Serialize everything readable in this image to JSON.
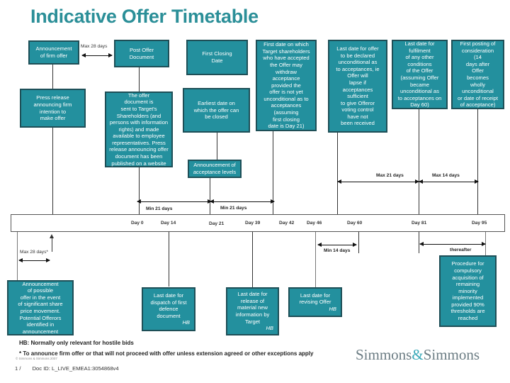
{
  "title": "Indicative Offer Timetable",
  "boxes_top": {
    "announcement_firm_offer": "Announcement\nof firm offer",
    "post_offer_document": "Post Offer\nDocument",
    "first_closing_date": "First Closing\nDate",
    "first_withdraw_date": "First date on which\nTarget shareholders\nwho have accepted\nthe Offer may\nwithdraw\nacceptance\nprovided the\noffer is not yet\nunconditional as to\nacceptances\n(assuming\nfirst  closing\ndate is Day 21)",
    "last_date_unconditional": "Last date for offer\nto be declared\nunconditional as\nto acceptances, ie\nOffer will\nlapse if\nacceptances\nsufficient\nto give Offeror\nvoting control\nhave not\nbeen received",
    "last_date_fulfilment": "Last date for\nfulfilment\nof any other\nconditions\nof the Offer\n(assuming Offer\nbecame\nunconditional as\nto acceptances on\nDay 60)",
    "first_posting_consideration": "First posting of\nconsideration\n(14\ndays after\nOffer\nbecomes\nwholly\nunconditional\nor date of receipt\nof acceptance)",
    "press_release": "Press release\nannouncing firm\nintention to\nmake offer",
    "offer_document_sent": "The offer\ndocument is\nsent to Target's\nShareholders (and\npersons with information\nrights) and made\navailable to employee\nrepresentatives.  Press\nrelease announcing offer\ndocument has been\npublished on a website",
    "earliest_close": "Earliest date on\nwhich the offer can\nbe closed",
    "announcement_acceptance": "Announcement of\nacceptance levels"
  },
  "boxes_bottom": {
    "possible_offer": "Announcement\nof possible\noffer in the event\nof significant share\nprice movement.\nPotential Offerors\nidentified in\nannouncement",
    "defence_document": "Last date for\ndispatch of first\ndefence\ndocument",
    "material_info": "Last date for\nrelease of\nmaterial  new\ninformation by\nTarget",
    "revising_offer": "Last date for\nrevising Offer",
    "compulsory_acquisition": "Procedure for\ncompulsory\nacquisition of\nremaining\nminority\nimplemented\nprovided 90%\nthresholds are\nreached",
    "hb_tag": "HB"
  },
  "intervals": {
    "max28_top": "Max 28 days",
    "min21_a": "Min 21 days",
    "min21_b": "Min 21 days",
    "max21": "Max 21 days",
    "max14": "Max 14 days",
    "min14": "Min 14 days",
    "thereafter": "thereafter",
    "max28_bottom": "Max 28 days*"
  },
  "timeline": {
    "days": [
      "Day 0",
      "Day 14",
      "Day 21",
      "Day 39",
      "Day 42",
      "Day 46",
      "Day 60",
      "Day 81",
      "Day 95"
    ]
  },
  "footer": {
    "hb_note": "HB: Normally only relevant for hostile bids",
    "asterisk_note": "* To announce firm offer or that will not proceed with offer unless extension agreed or other exceptions apply",
    "copyright": "© Simmons & Simmons 2007",
    "page": "1  /",
    "doc_id": "Doc ID: L_LIVE_EMEA1:3054868v4"
  },
  "logo": {
    "left": "Simmons",
    "amp": "&",
    "right": "Simmons"
  },
  "colors": {
    "title": "#2b8f98",
    "box_fill": "#23909e",
    "box_border": "#1e4f57",
    "logo_amp": "#3aa9b8"
  }
}
